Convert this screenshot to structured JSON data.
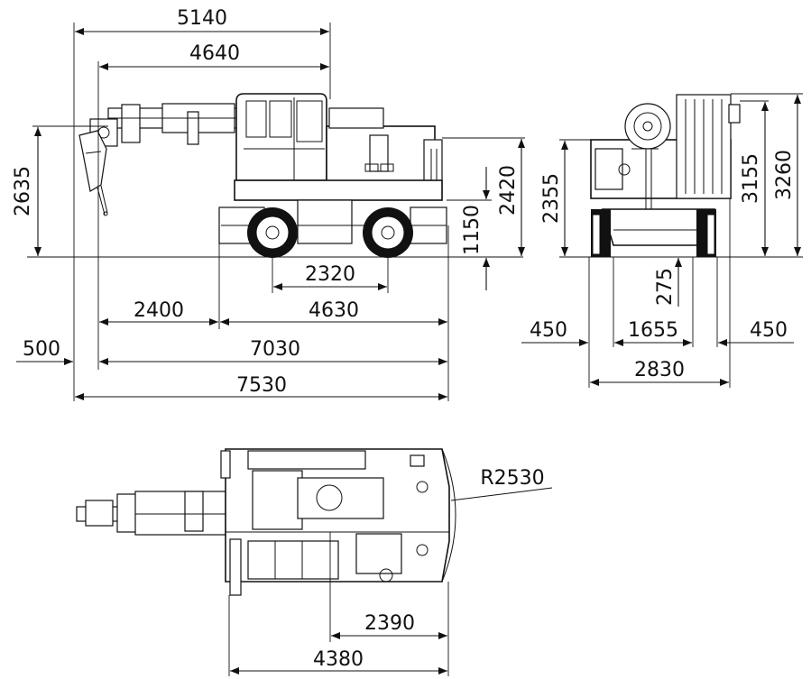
{
  "dimensions": {
    "overall_top": "5140",
    "cab_to_front": "4640",
    "height_side": "2635",
    "height_cab": "2420",
    "height_chassis": "1150",
    "wheelbase": "2320",
    "front_overhang": "2400",
    "rear_span": "4630",
    "tool_offset": "500",
    "machine_length": "7030",
    "overall_length": "7530",
    "rear_height": "2355",
    "rear_height_top": "3155",
    "rear_height_max": "3260",
    "ground_clearance": "275",
    "outrigger_left": "450",
    "track_width": "1655",
    "outrigger_right": "450",
    "overall_width": "2830",
    "turning_radius": "R2530",
    "plan_rear_len": "2390",
    "plan_total_len": "4380"
  }
}
